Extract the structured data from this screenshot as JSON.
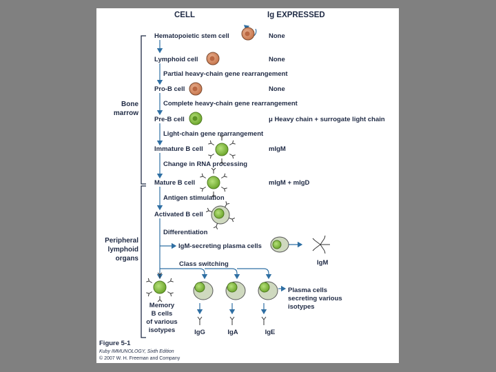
{
  "headers": {
    "cell": "CELL",
    "ig_expressed": "Ig EXPRESSED"
  },
  "regions": {
    "bone_marrow": [
      "Bone",
      "marrow"
    ],
    "peripheral": [
      "Peripheral",
      "lymphoid",
      "organs"
    ]
  },
  "stages": [
    {
      "name": "Hematopoietic stem cell",
      "ig": "None"
    },
    {
      "name": "Lymphoid cell",
      "ig": "None"
    },
    {
      "name": "Pro-B cell",
      "ig": "None"
    },
    {
      "name": "Pre-B cell",
      "ig": "μ Heavy chain + surrogate light chain"
    },
    {
      "name": "Immature B cell",
      "ig": "mIgM"
    },
    {
      "name": "Mature B cell",
      "ig": "mIgM + mIgD"
    },
    {
      "name": "Activated B cell",
      "ig": ""
    }
  ],
  "steps": [
    "Partial heavy-chain gene rearrangement",
    "Complete heavy-chain gene rearrangement",
    "Light-chain gene rearrangement",
    "Change in RNA processing",
    "Antigen stimulation",
    "Differentiation",
    "Class switching"
  ],
  "plasma_igm": {
    "label": "IgM-secreting plasma cells",
    "product": "IgM"
  },
  "memory": [
    "Memory",
    "B cells",
    "of various",
    "isotypes"
  ],
  "plasma_various": [
    "Plasma cells",
    "secreting various",
    "isotypes"
  ],
  "isotypes": [
    "IgG",
    "IgA",
    "IgE"
  ],
  "caption": {
    "figure": "Figure 5-1",
    "book": "Kuby IMMUNOLOGY, Sixth Edition",
    "copyright": "© 2007 W. H. Freeman and Company"
  },
  "colors": {
    "orange_cell": "#d9936b",
    "green_cell": "#8cc640",
    "arrow": "#2f6fa3",
    "text": "#1f2a44"
  }
}
